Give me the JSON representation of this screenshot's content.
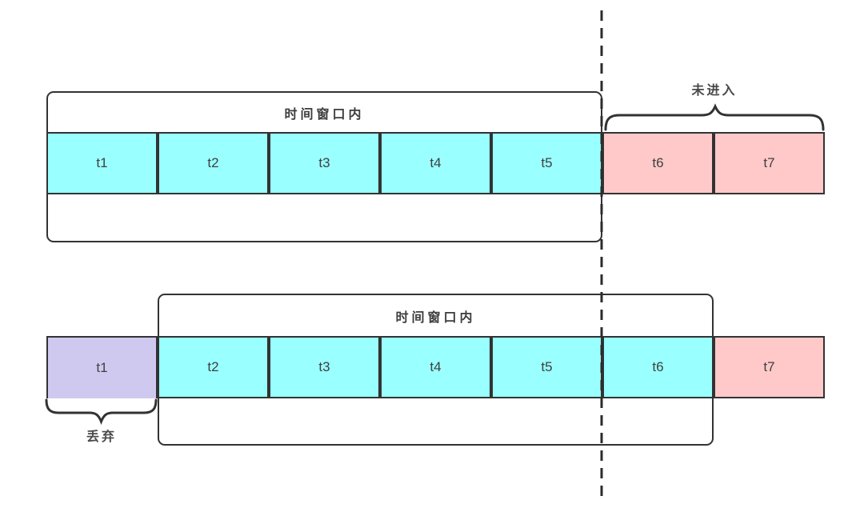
{
  "diagram_title": "sliding-time-window",
  "colors": {
    "in_window": "#99ffff",
    "not_entered": "#ffc9c9",
    "discarded": "#cfc9f0",
    "stroke": "#333333"
  },
  "rows": [
    {
      "name": "top",
      "window_label": "时间窗口内",
      "cells": [
        {
          "label": "t1",
          "status": "in-window"
        },
        {
          "label": "t2",
          "status": "in-window"
        },
        {
          "label": "t3",
          "status": "in-window"
        },
        {
          "label": "t4",
          "status": "in-window"
        },
        {
          "label": "t5",
          "status": "in-window"
        },
        {
          "label": "t6",
          "status": "not-entered"
        },
        {
          "label": "t7",
          "status": "not-entered"
        }
      ],
      "annotation": {
        "label": "未进入",
        "target": "t6-t7"
      }
    },
    {
      "name": "bottom",
      "window_label": "时间窗口内",
      "cells": [
        {
          "label": "t1",
          "status": "discarded"
        },
        {
          "label": "t2",
          "status": "in-window"
        },
        {
          "label": "t3",
          "status": "in-window"
        },
        {
          "label": "t4",
          "status": "in-window"
        },
        {
          "label": "t5",
          "status": "in-window"
        },
        {
          "label": "t6",
          "status": "in-window"
        },
        {
          "label": "t7",
          "status": "not-entered"
        }
      ],
      "annotation": {
        "label": "丢弃",
        "target": "t1"
      }
    }
  ]
}
